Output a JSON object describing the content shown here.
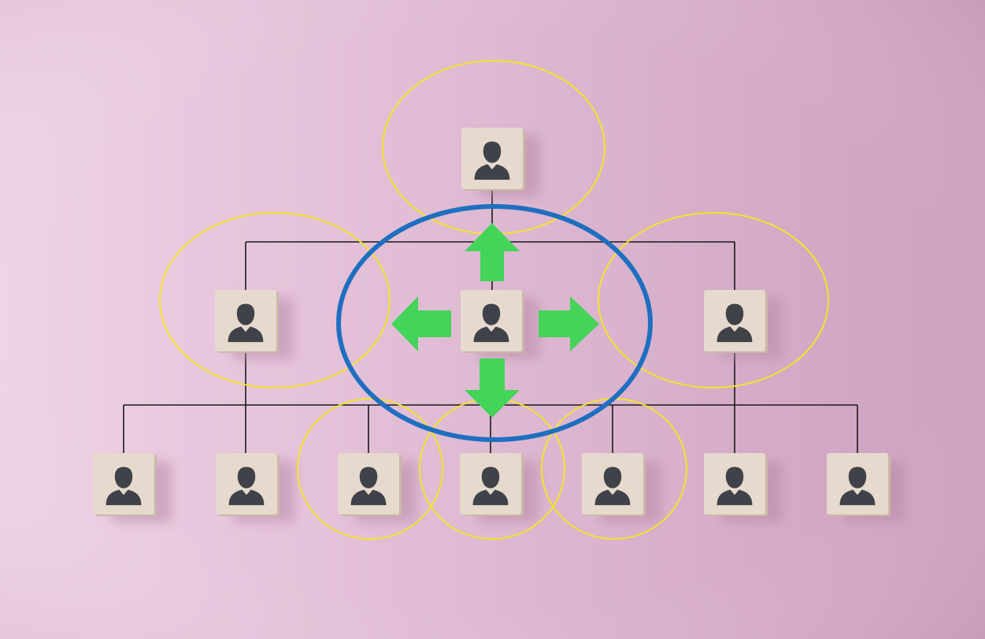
{
  "colors": {
    "background_left": "#efd2e6",
    "background_right": "#cda0bf",
    "connector": "#1a1a1a",
    "block_face": "#e6d9cd",
    "block_side": "#cbb8a6",
    "block_shadow": "#b78aa6",
    "person_icon": "#3f4248",
    "highlight_ring": "#1f6fc0",
    "neighbor_ring": "#f2e42a",
    "arrow": "#44d45a"
  },
  "nodes": [
    {
      "id": "top",
      "level": 0,
      "icon": "person-icon",
      "ring": "neighbor"
    },
    {
      "id": "middle-left",
      "level": 1,
      "icon": "person-icon",
      "ring": "neighbor"
    },
    {
      "id": "middle-center",
      "level": 1,
      "icon": "person-icon",
      "ring": "highlight"
    },
    {
      "id": "middle-right",
      "level": 1,
      "icon": "person-icon",
      "ring": "neighbor"
    },
    {
      "id": "bottom-1",
      "level": 2,
      "icon": "person-icon",
      "ring": "none"
    },
    {
      "id": "bottom-2",
      "level": 2,
      "icon": "person-icon",
      "ring": "none"
    },
    {
      "id": "bottom-3",
      "level": 2,
      "icon": "person-icon",
      "ring": "neighbor"
    },
    {
      "id": "bottom-4",
      "level": 2,
      "icon": "person-icon",
      "ring": "neighbor"
    },
    {
      "id": "bottom-5",
      "level": 2,
      "icon": "person-icon",
      "ring": "neighbor"
    },
    {
      "id": "bottom-6",
      "level": 2,
      "icon": "person-icon",
      "ring": "none"
    },
    {
      "id": "bottom-7",
      "level": 2,
      "icon": "person-icon",
      "ring": "none"
    }
  ],
  "arrows": [
    {
      "direction": "up",
      "icon": "arrow-up-icon"
    },
    {
      "direction": "down",
      "icon": "arrow-down-icon"
    },
    {
      "direction": "left",
      "icon": "arrow-left-icon"
    },
    {
      "direction": "right",
      "icon": "arrow-right-icon"
    }
  ]
}
